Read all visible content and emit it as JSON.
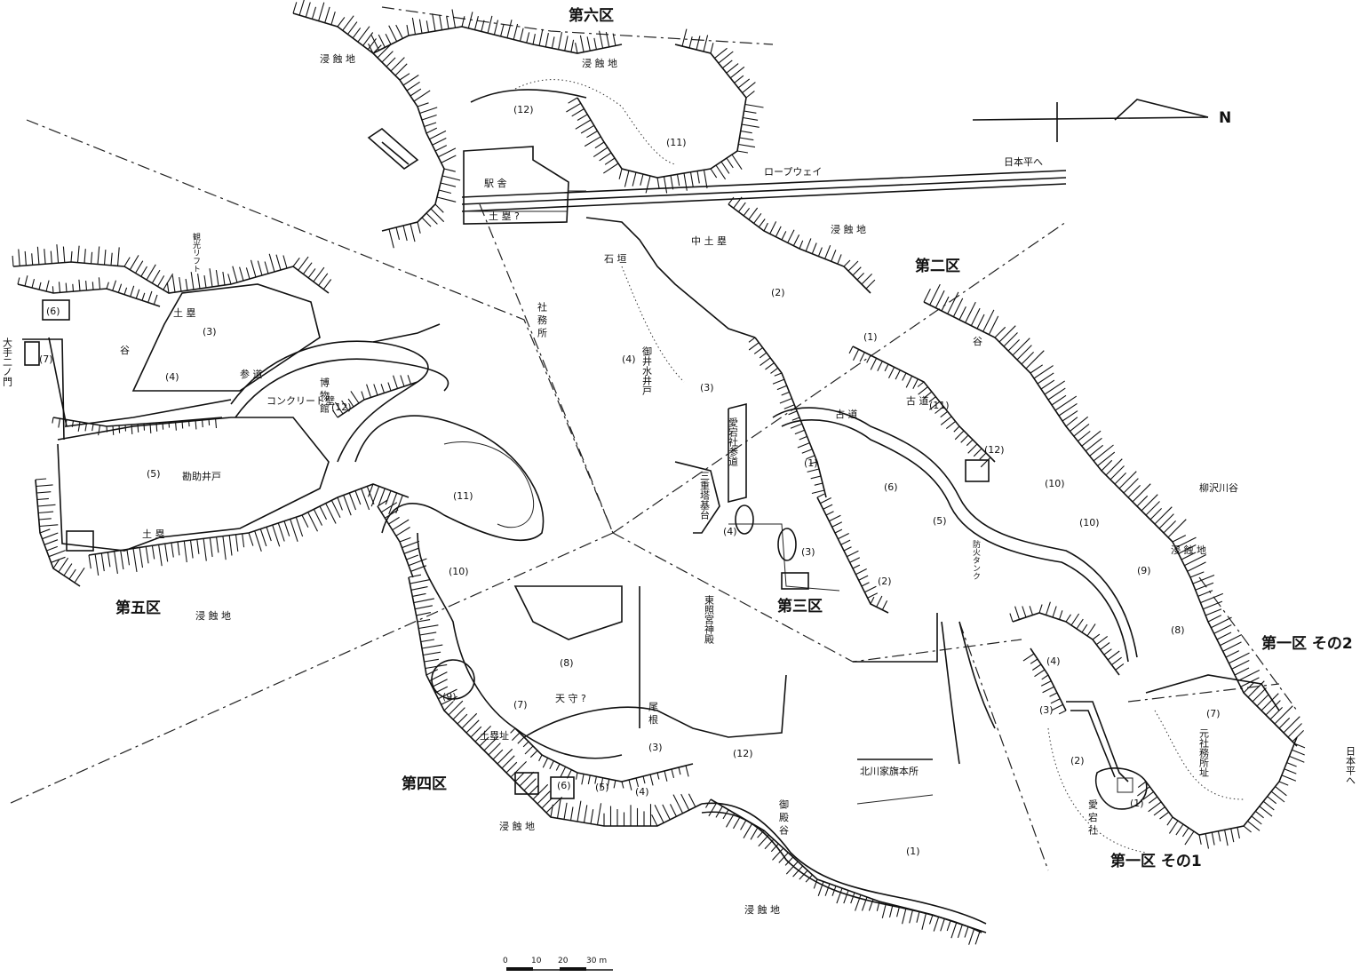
{
  "zones": {
    "z1a": "第一区 その1",
    "z1b": "第一区 その2",
    "z2": "第二区",
    "z3": "第三区",
    "z4": "第四区",
    "z5": "第五区",
    "z6": "第六区"
  },
  "places": {
    "ropeway": "ロープウェイ",
    "to_nihondaira_top": "日本平へ",
    "to_nihondaira_right": "日本平へ",
    "station": "駅 舎",
    "earthwork_station": "土 塁 ?",
    "erosion": "浸 蝕 地",
    "ishigaki": "石 垣",
    "naka_dorui": "中 土 塁",
    "shamusho": "社 務 所",
    "goshui_ido": "御井水井戸",
    "concrete_wall": "コンクリート壁",
    "museum": "博 物 館",
    "sando": "参 道",
    "tani": "谷",
    "otemon": "大手二ノ門",
    "kansuke_ido": "勘助井戸",
    "dorui": "土 塁",
    "toshogu": "東照宮神殿",
    "atagosha_sando": "愛宕社参道",
    "sanjunoto": "三重塔基台",
    "furumichi": "古 道",
    "yanagisawa": "柳沢川谷",
    "atagosha": "愛 宕 社",
    "moto_shamusho": "元社務所址",
    "kitagawa": "北川家旗本所",
    "tenshu": "天 守 ?",
    "dorui_ato": "土塁址",
    "o": "尾 根",
    "gotenato": "御 殿 谷",
    "tank": "防火タンク",
    "north": "N",
    "lift": "観光リフト"
  },
  "parcels": [
    "(1)",
    "(2)",
    "(3)",
    "(4)",
    "(5)",
    "(6)",
    "(7)",
    "(8)",
    "(9)",
    "(10)",
    "(11)",
    "(12)"
  ],
  "scale": {
    "ticks": [
      "0",
      "10",
      "20",
      "30 m"
    ]
  }
}
